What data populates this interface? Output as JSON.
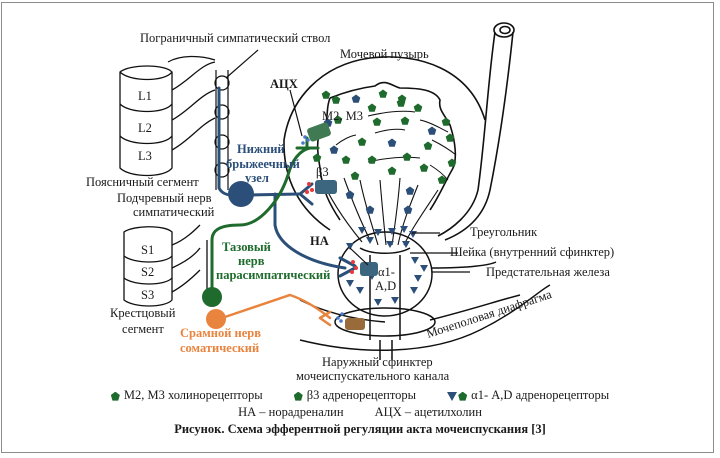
{
  "labels": {
    "sympathetic_trunk": "Пограничный симпатический ствол",
    "bladder": "Мочевой пузырь",
    "ach": "АЦХ",
    "m2m3": "М2, М3",
    "beta3": "β3",
    "inferior_mesenteric_1": "Нижний",
    "inferior_mesenteric_2": "брыжеечный",
    "inferior_mesenteric_3": "узел",
    "lumbar_segment": "Поясничный сегмент",
    "hypogastric_1": "Подчревный нерв",
    "hypogastric_2": "симпатический",
    "L1": "L1",
    "L2": "L2",
    "L3": "L3",
    "S1": "S1",
    "S2": "S2",
    "S3": "S3",
    "pelvic_1": "Тазовый",
    "pelvic_2": "нерв",
    "pelvic_3": "парасимпатический",
    "na": "НА",
    "alpha1_1": "α1-",
    "alpha1_2": "A,D",
    "trigone": "Треугольник",
    "neck": "Шейка (внутренний сфинктер)",
    "prostate": "Предстательная железа",
    "urogenital_diaphragm": "Мочеполовая диафрагма",
    "sacral_1": "Крестцовый",
    "sacral_2": "сегмент",
    "pudendal_1": "Срамной нерв",
    "pudendal_2": "соматический",
    "ext_sphincter_1": "Наружный сфинктер",
    "ext_sphincter_2": "мочеиспускательного канала"
  },
  "legend": {
    "m_receptors": "М2, М3 холинорецепторы",
    "beta_receptors": "β3 адренорецепторы",
    "alpha_receptors": "α1- A,D адренорецепторы",
    "na_def": "НА – норадреналин",
    "ach_def": "АЦХ – ацетилхолин"
  },
  "caption": "Рисунок. Схема эфферентной регуляции акта мочеиспускания [3]",
  "colors": {
    "sympathetic": "#2b4f78",
    "parasympathetic": "#1e6b2d",
    "somatic": "#e8843e",
    "m_receptor": "#3f7a52",
    "beta_receptor": "#3c6580",
    "ext_receptor": "#9a6b3a",
    "na_dots": "#e83a3a",
    "ach_dots": "#4a78c8"
  }
}
